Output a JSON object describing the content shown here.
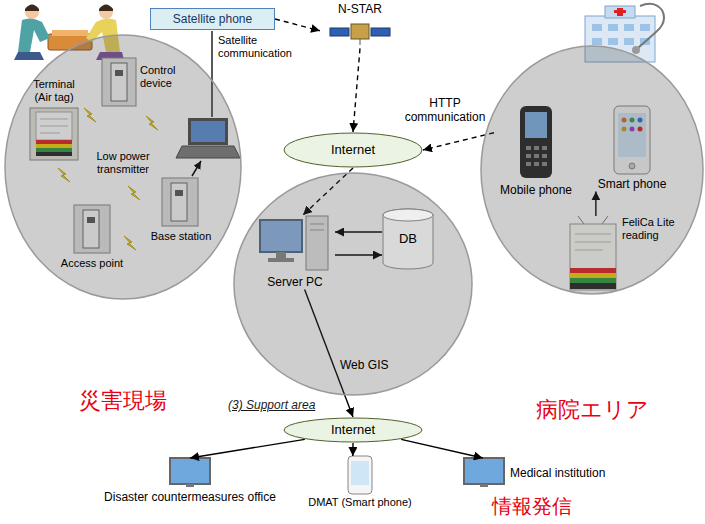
{
  "diagram": {
    "nodes": [
      {
        "text": [
          "災害現場"
        ]
      },
      {
        "text": [
          "Satellite phone"
        ]
      },
      {
        "text": [
          "Terminal (Air tag)"
        ],
        "in": 0
      },
      {
        "text": [
          "Control device"
        ],
        "in": 0
      },
      {
        "text": [
          "Base station"
        ],
        "in": 0
      },
      {
        "text": [
          "Access point"
        ],
        "in": 0
      },
      {
        "text": [
          "N-STAR"
        ]
      },
      {
        "text": [
          "Internet"
        ]
      },
      {
        "text": [
          "病院エリア"
        ]
      },
      {
        "text": [
          "Mobile phone"
        ],
        "in": 8
      },
      {
        "text": [
          "Smart phone"
        ],
        "in": 8
      },
      {
        "text": [
          "FeliCa Lite reading"
        ],
        "in": 8
      },
      {
        "text": [
          "(3) Support area"
        ]
      },
      {
        "text": [
          "Server PC"
        ],
        "in": 12
      },
      {
        "text": [
          "DB"
        ],
        "in": 12
      },
      {
        "text": [
          "Internet"
        ]
      },
      {
        "text": [
          "Disaster countermeasures office"
        ]
      },
      {
        "text": [
          "DMAT (Smart phone)"
        ]
      },
      {
        "text": [
          "Medical institution"
        ]
      }
    ],
    "edges": [
      {
        "from": 1,
        "to": 6,
        "arrow": "to"
      },
      {
        "from": 6,
        "to": 7,
        "arrow": "to"
      },
      {
        "from": 9,
        "to": 7,
        "label": "HTTP communication",
        "arrow": "to"
      },
      {
        "from": 7,
        "to": 13,
        "arrow": "to"
      },
      {
        "from": 14,
        "to": 13,
        "arrow": "to"
      },
      {
        "from": 13,
        "to": 14,
        "arrow": "to"
      },
      {
        "from": 13,
        "to": 15,
        "label": "Web GIS",
        "arrow": "to"
      },
      {
        "from": 15,
        "to": 16,
        "arrow": "to"
      },
      {
        "from": 15,
        "to": 17,
        "arrow": "to"
      },
      {
        "from": 15,
        "to": 18,
        "arrow": "to"
      },
      {
        "from": 11,
        "to": 10,
        "arrow": "to"
      }
    ],
    "labels": [
      "Satellite communication",
      "Low power transmitter",
      "情報発信"
    ]
  }
}
